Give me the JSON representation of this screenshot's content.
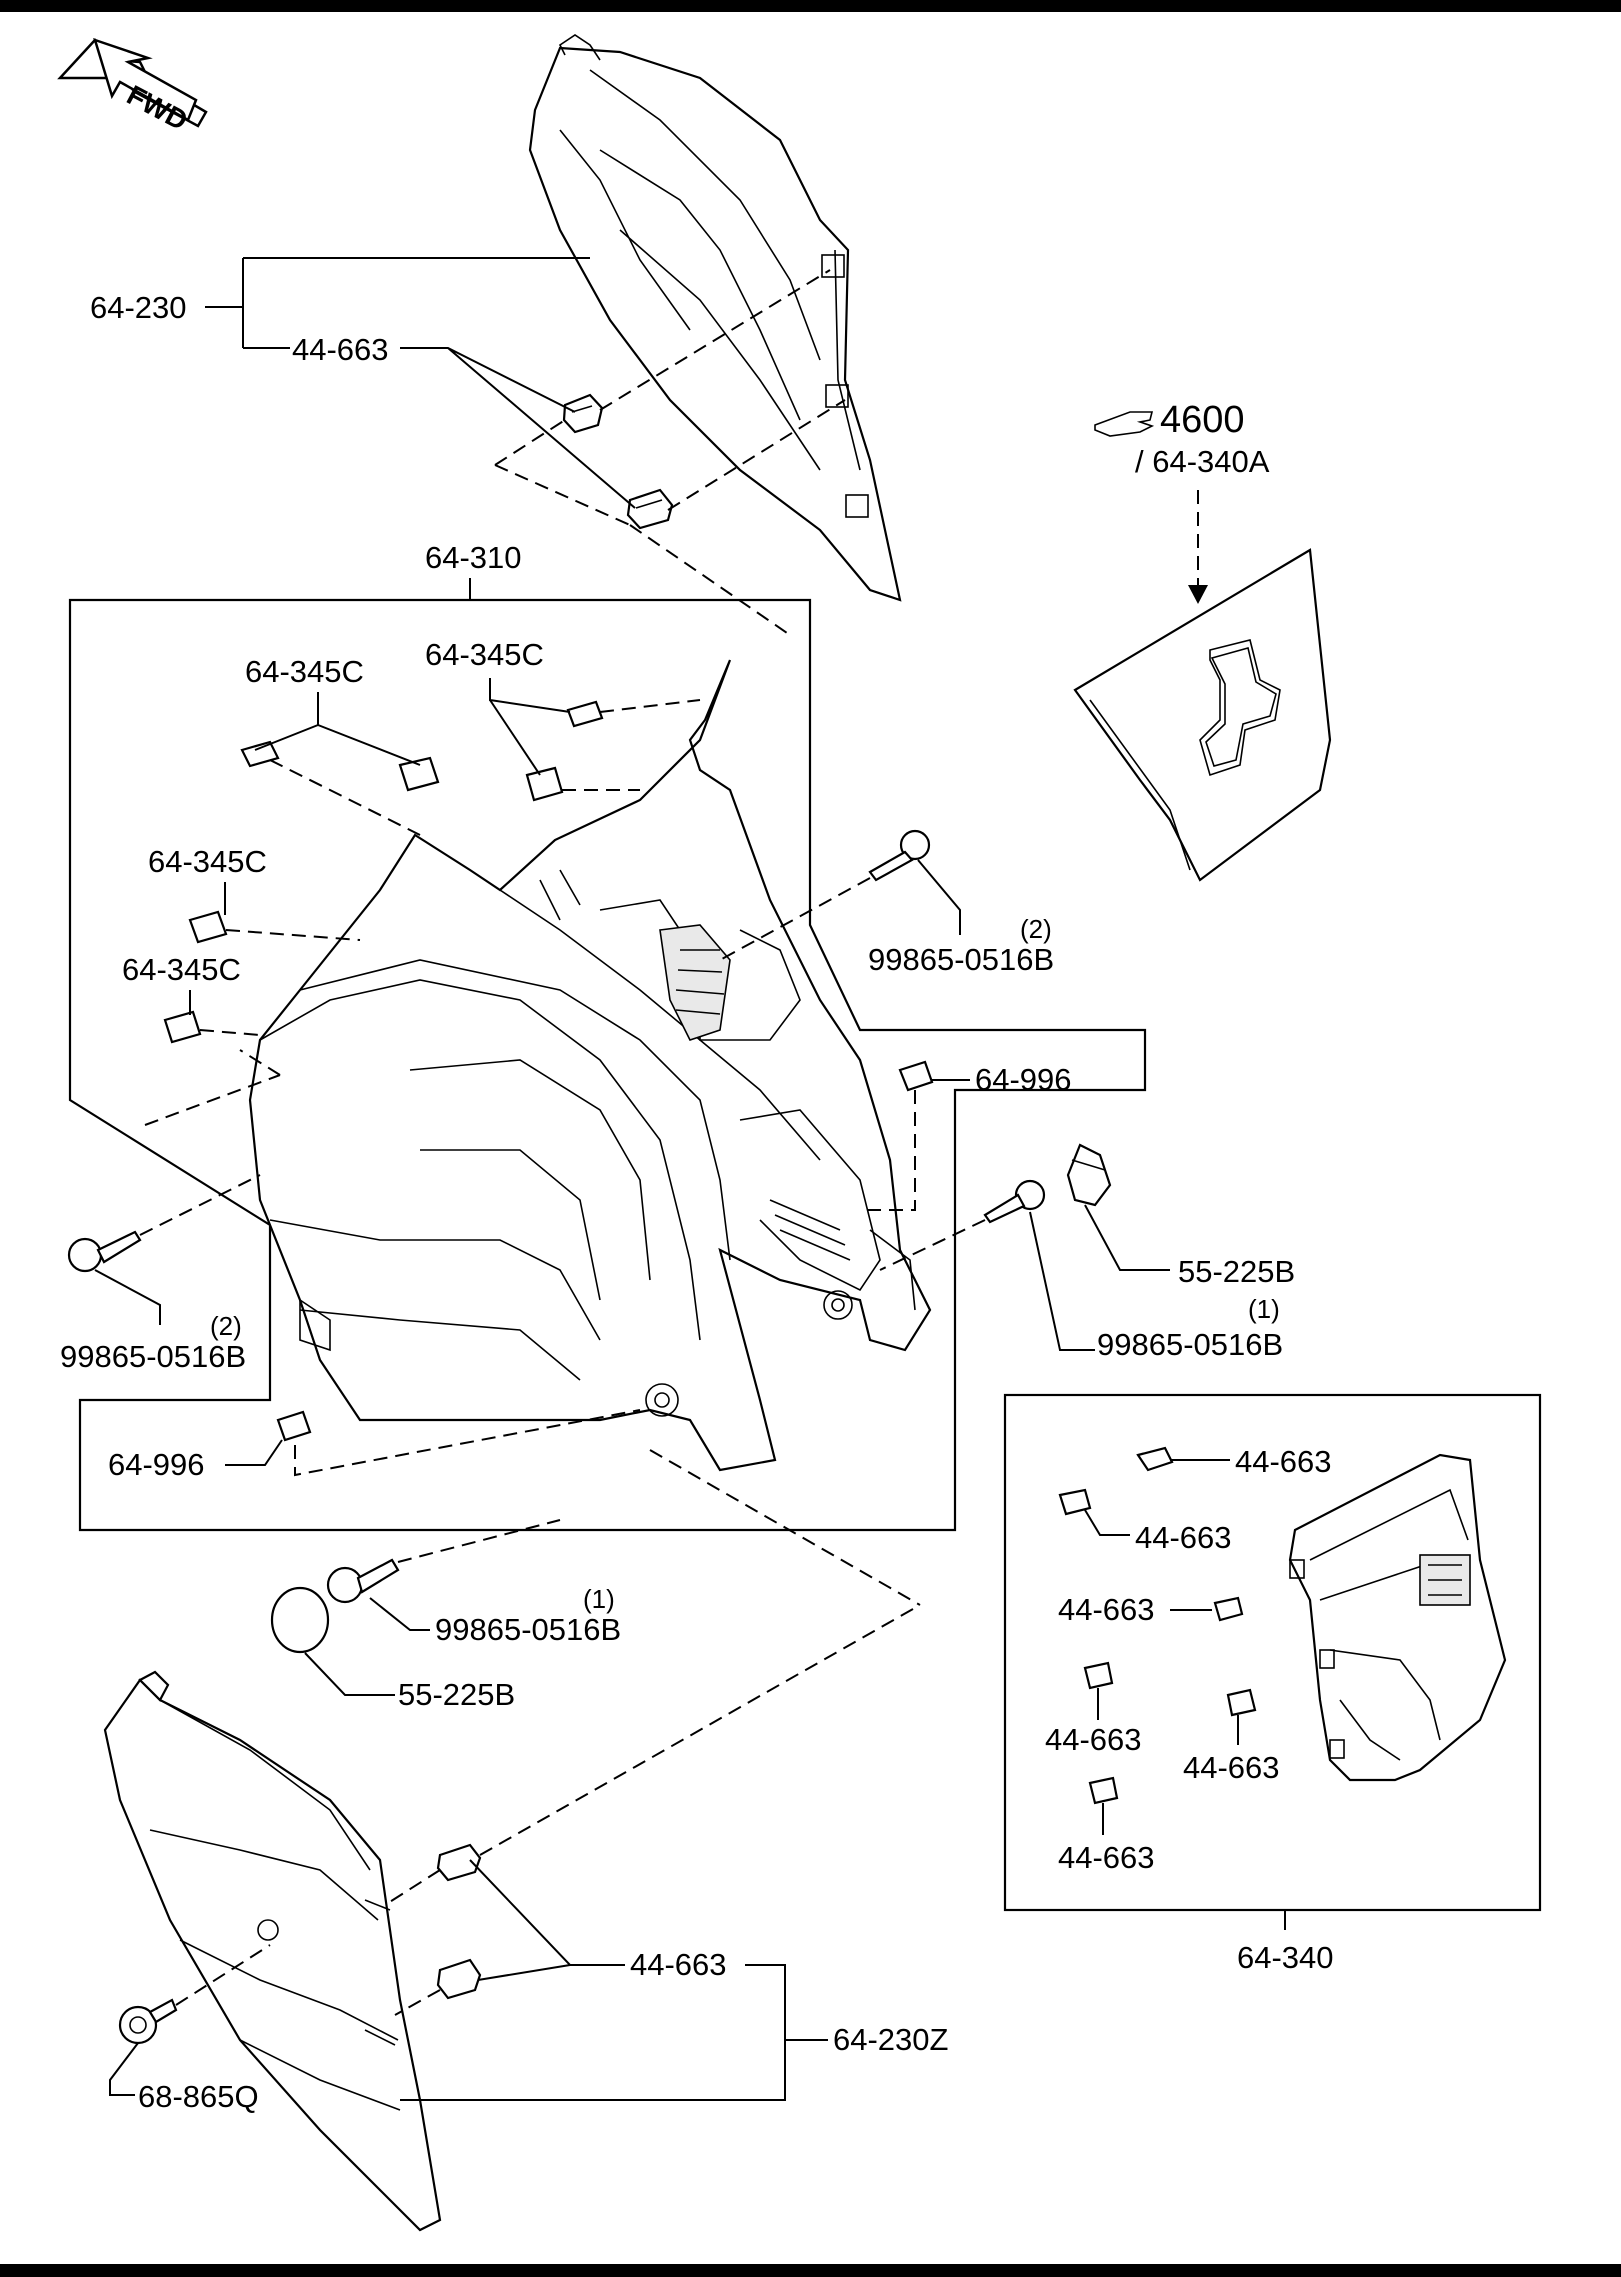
{
  "diagram": {
    "direction_label": "FWD",
    "ref_number": "4600",
    "ref_part": "/ 64-340A",
    "parts": {
      "p64_230": "64-230",
      "p44_663_top": "44-663",
      "p64_310": "64-310",
      "p64_345c_a": "64-345C",
      "p64_345c_b": "64-345C",
      "p64_345c_c": "64-345C",
      "p64_345c_d": "64-345C",
      "p99865_right_top": "99865-0516B",
      "p99865_right_top_qty": "(2)",
      "p64_996_right": "64-996",
      "p55_225b_right": "55-225B",
      "p99865_right_mid": "99865-0516B",
      "p99865_right_mid_qty": "(1)",
      "p99865_left": "99865-0516B",
      "p99865_left_qty": "(2)",
      "p64_996_left": "64-996",
      "p99865_bottom": "99865-0516B",
      "p99865_bottom_qty": "(1)",
      "p55_225b_bottom": "55-225B",
      "p44_663_bottom": "44-663",
      "p64_230z": "64-230Z",
      "p68_865q": "68-865Q",
      "p64_340": "64-340",
      "kit_clip_1": "44-663",
      "kit_clip_2": "44-663",
      "kit_clip_3": "44-663",
      "kit_clip_4": "44-663",
      "kit_clip_5": "44-663",
      "kit_clip_6": "44-663"
    }
  }
}
